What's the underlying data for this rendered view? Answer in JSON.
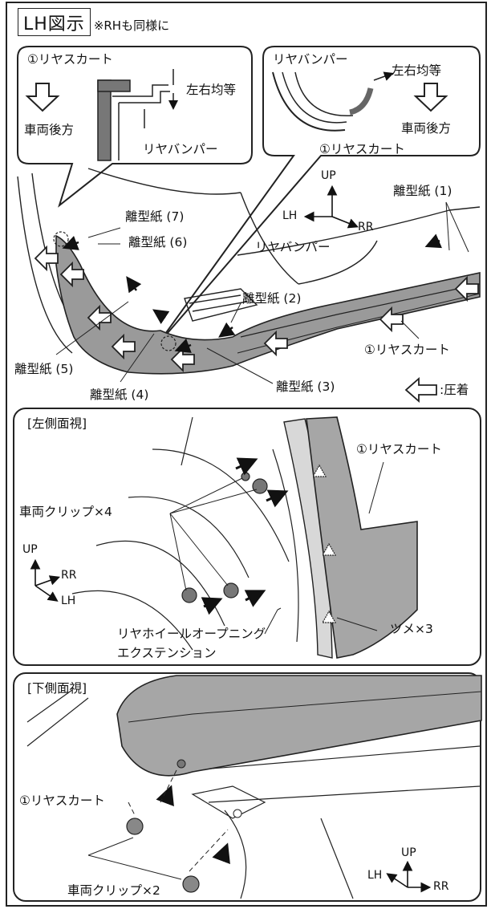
{
  "header": {
    "title": "LH図示",
    "note": "※RHも同様に"
  },
  "top_section": {
    "callout_left": {
      "part": "①リヤスカート",
      "equal": "左右均等",
      "direction": "車両後方",
      "bumper": "リヤバンパー"
    },
    "callout_right": {
      "bumper": "リヤバンパー",
      "equal": "左右均等",
      "direction": "車両後方",
      "part": "①リヤスカート"
    },
    "axis": {
      "up": "UP",
      "lh": "LH",
      "rr": "RR"
    },
    "release_papers": [
      "離型紙 (1)",
      "離型紙 (2)",
      "離型紙 (3)",
      "離型紙 (4)",
      "離型紙 (5)",
      "離型紙 (6)",
      "離型紙 (7)"
    ],
    "bumper_label": "リヤバンパー",
    "skirt_label": "①リヤスカート",
    "legend": ":圧着"
  },
  "left_view": {
    "title": "[左側面視]",
    "skirt_label": "①リヤスカート",
    "clips_label": "車両クリップ×4",
    "axis": {
      "up": "UP",
      "rr": "RR",
      "lh": "LH"
    },
    "extension_line1": "リヤホイールオープニング",
    "extension_line2": "エクステンション",
    "tabs_label": "ツメ×3"
  },
  "bottom_view": {
    "title": "[下側面視]",
    "skirt_label": "①リヤスカート",
    "clips_label": "車両クリップ×2",
    "axis": {
      "up": "UP",
      "lh": "LH",
      "rr": "RR"
    }
  }
}
